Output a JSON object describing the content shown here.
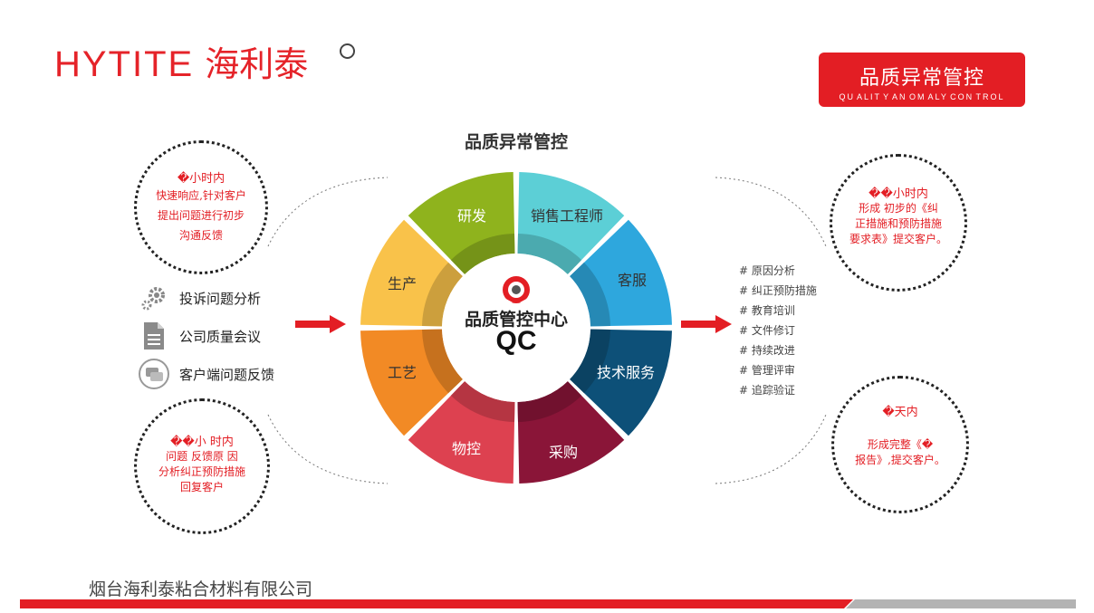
{
  "header": {
    "logo_latin": "HYTITE",
    "logo_cn": "海利泰",
    "banner_title": "品质异常管控",
    "banner_subtitle": "QU ALIT Y AN OM ALY CON TROL"
  },
  "diagram": {
    "title": "品质异常管控",
    "center_name": "品质管控中心",
    "center_code": "QC",
    "segments": [
      {
        "label": "研发",
        "color": "#8fb31d"
      },
      {
        "label": "销售工程师",
        "color": "#5ccfd6"
      },
      {
        "label": "客服",
        "color": "#2ea7dd"
      },
      {
        "label": "技术服务",
        "color": "#0d5078"
      },
      {
        "label": "采购",
        "color": "#8a1538"
      },
      {
        "label": "物控",
        "color": "#dd4150"
      },
      {
        "label": "工艺",
        "color": "#f28a25"
      },
      {
        "label": "生产",
        "color": "#f9c24a"
      }
    ]
  },
  "left_top_circle": {
    "head": "�小时内",
    "lines": [
      "快速响应,针对客户",
      "提出问题进行初步",
      "沟通反馈"
    ]
  },
  "left_bottom_circle": {
    "head": "��小 时内",
    "lines": [
      "问题 反馈原 因",
      "分析纠正预防措施",
      "回复客户"
    ]
  },
  "right_top_circle": {
    "head": "��小时内",
    "lines": [
      "形成 初步的《纠",
      "正措施和预防措施",
      "要求表》提交客户。"
    ]
  },
  "right_bottom_circle": {
    "head": "�天内",
    "lines": [
      "形成完整《�",
      "报告》,提交客户。"
    ]
  },
  "inputs": [
    {
      "label": "投诉问题分析",
      "icon": "gears-icon"
    },
    {
      "label": "公司质量会议",
      "icon": "document-icon"
    },
    {
      "label": "客户端问题反馈",
      "icon": "chat-icon"
    }
  ],
  "steps": [
    "# 原因分析",
    "# 纠正预防措施",
    "# 教育培训",
    "# 文件修订",
    "# 持续改进",
    "# 管理评审",
    "# 追踪验证"
  ],
  "footer": {
    "company": "烟台海利泰粘合材料有限公司"
  },
  "colors": {
    "brand_red": "#e31e24",
    "footer_gray": "#b3b3b3"
  }
}
